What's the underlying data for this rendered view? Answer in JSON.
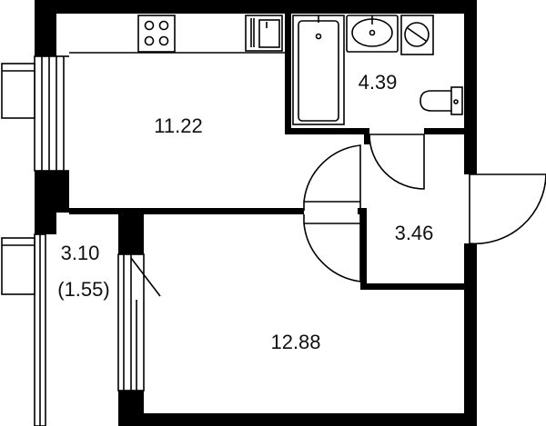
{
  "rooms": [
    {
      "id": "kitchen",
      "area": "11.22"
    },
    {
      "id": "bathroom",
      "area": "4.39"
    },
    {
      "id": "hallway",
      "area": "3.46"
    },
    {
      "id": "bedroom",
      "area": "12.88"
    },
    {
      "id": "balcony",
      "area": "3.10",
      "area_reduced": "(1.55)"
    }
  ],
  "icons": {
    "stove": "stove-icon",
    "sink": "kitchen-sink-icon",
    "bathtub": "bathtub-icon",
    "washbasin": "washbasin-icon",
    "washing_machine": "washing-machine-icon",
    "toilet": "toilet-icon"
  },
  "colors": {
    "wall": "#000000",
    "background": "#ffffff"
  }
}
